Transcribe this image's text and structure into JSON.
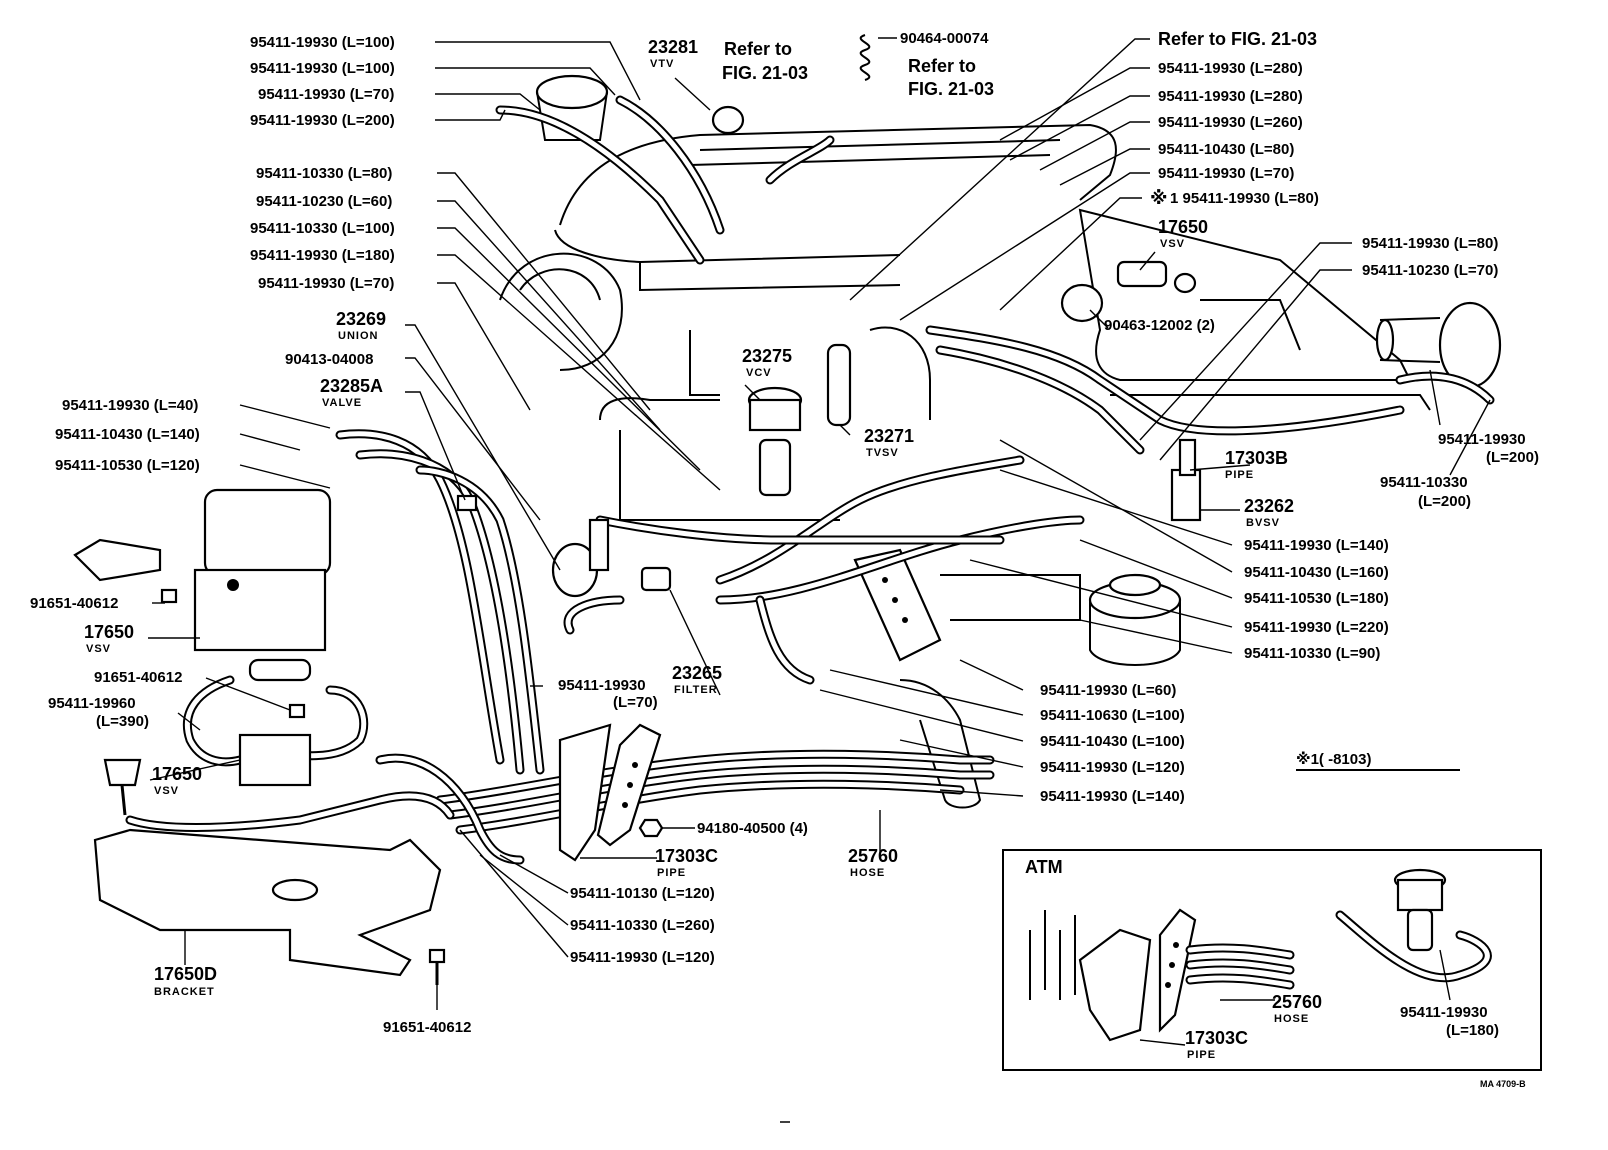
{
  "labels_left": [
    "95411-19930 (L=100)",
    "95411-19930 (L=100)",
    "95411-19930 (L=70)",
    "95411-19930 (L=200)",
    "95411-10330 (L=80)",
    "95411-10230 (L=60)",
    "95411-10330 (L=100)",
    "95411-19930 (L=180)",
    "95411-19930 (L=70)",
    "95411-19930 (L=40)",
    "95411-10430 (L=140)",
    "95411-10530 (L=120)"
  ],
  "labels_right_top": [
    "95411-19930 (L=280)",
    "95411-19930 (L=280)",
    "95411-19930 (L=260)",
    "95411-10430 (L=80)",
    "95411-19930 (L=70)",
    "95411-19930 (L=80)"
  ],
  "labels_right_mid": [
    "95411-19930 (L=80)",
    "95411-10230 (L=70)"
  ],
  "labels_right_list": [
    "95411-19930 (L=140)",
    "95411-10430 (L=160)",
    "95411-10530 (L=180)",
    "95411-19930 (L=220)",
    "95411-10330 (L=90)"
  ],
  "labels_lower_mid": [
    "95411-19930 (L=60)",
    "95411-10630 (L=100)",
    "95411-10430 (L=100)",
    "95411-19930 (L=120)",
    "95411-19930 (L=140)"
  ],
  "labels_bottom": [
    "95411-10130 (L=120)",
    "95411-10330 (L=260)",
    "95411-19930 (L=120)"
  ],
  "refs": {
    "fig_ref_right": "Refer to FIG. 21-03",
    "refer_to": "Refer to",
    "fig": "FIG. 21-03",
    "p_90464": "90464-00074",
    "star_mark": "※",
    "star_label": "1 95411-19930 (L=80)"
  },
  "parts": {
    "vtv_num": "23281",
    "vtv": "VTV",
    "union_num": "23269",
    "union": "UNION",
    "p_90413": "90413-04008",
    "valve_num": "23285A",
    "valve": "VALVE",
    "vcv_num": "23275",
    "vcv": "VCV",
    "tvsv_num": "23271",
    "tvsv": "TVSV",
    "vsv_top_num": "17650",
    "vsv_top": "VSV",
    "clamp": "90463-12002 (2)",
    "pipe_b_num": "17303B",
    "pipe_b": "PIPE",
    "bvsv_num": "23262",
    "bvsv": "BVSV",
    "right_hose_a": "95411-19930",
    "right_hose_a_l": "(L=200)",
    "right_hose_b": "95411-10330",
    "right_hose_b_l": "(L=200)",
    "filter_num": "23265",
    "filter": "FILTER",
    "filter_hose": "95411-19930",
    "filter_hose_l": "(L=70)",
    "bolt_1": "91651-40612",
    "vsv_left_num": "17650",
    "vsv_left": "VSV",
    "bolt_2": "91651-40612",
    "hose_390": "95411-19960",
    "hose_390_l": "(L=390)",
    "vsv_low_num": "17650",
    "vsv_low": "VSV",
    "nut": "94180-40500 (4)",
    "pipe_c_num": "17303C",
    "pipe_c": "PIPE",
    "hose_num": "25760",
    "hose": "HOSE",
    "bracket_num": "17650D",
    "bracket": "BRACKET",
    "bolt_3": "91651-40612",
    "note": "※1(        -8103)"
  },
  "atm_box": {
    "title": "ATM",
    "hose_num": "25760",
    "hose": "HOSE",
    "pipe_num": "17303C",
    "pipe": "PIPE",
    "hose_part": "95411-19930",
    "hose_part_l": "(L=180)"
  },
  "footer_code": "MA 4709-B"
}
